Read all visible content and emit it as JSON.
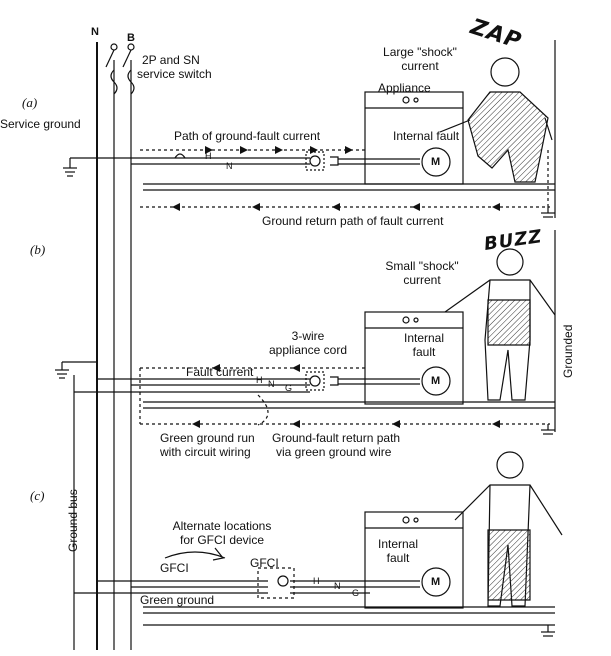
{
  "top": {
    "neutral": "N",
    "line_b": "B",
    "switch_label": [
      "2P and SN",
      "service switch"
    ]
  },
  "panel_a": {
    "tag": "(a)",
    "service_ground": "Service ground",
    "path_label": "Path of ground-fault current",
    "internal_fault": "Internal fault",
    "appliance": "Appliance",
    "shock_label": [
      "Large \"shock\"",
      "current"
    ],
    "shock_word": "ZAP",
    "return_label": "Ground return path of fault current",
    "wire_h": "H",
    "wire_n": "N",
    "motor": "M"
  },
  "panel_b": {
    "tag": "(b)",
    "cord_label": [
      "3-wire",
      "appliance cord"
    ],
    "internal_fault": [
      "Internal",
      "fault"
    ],
    "shock_label": [
      "Small \"shock\"",
      "current"
    ],
    "shock_word": "BUZZ",
    "fault_current": "Fault current",
    "green_run": [
      "Green ground run",
      "with circuit wiring"
    ],
    "return_path": [
      "Ground-fault return path",
      "via green ground wire"
    ],
    "grounded": "Grounded",
    "wire_h": "H",
    "wire_n": "N",
    "wire_g": "G",
    "motor": "M"
  },
  "ground_bus": "Ground bus",
  "panel_c": {
    "tag": "(c)",
    "alt_label": [
      "Alternate locations",
      "for GFCI device"
    ],
    "gfci1": "GFCI",
    "gfci2": "GFCI",
    "internal_fault": [
      "Internal",
      "fault"
    ],
    "green_ground": "Green ground",
    "wire_h": "H",
    "wire_n": "N",
    "wire_g": "G",
    "motor": "M"
  }
}
